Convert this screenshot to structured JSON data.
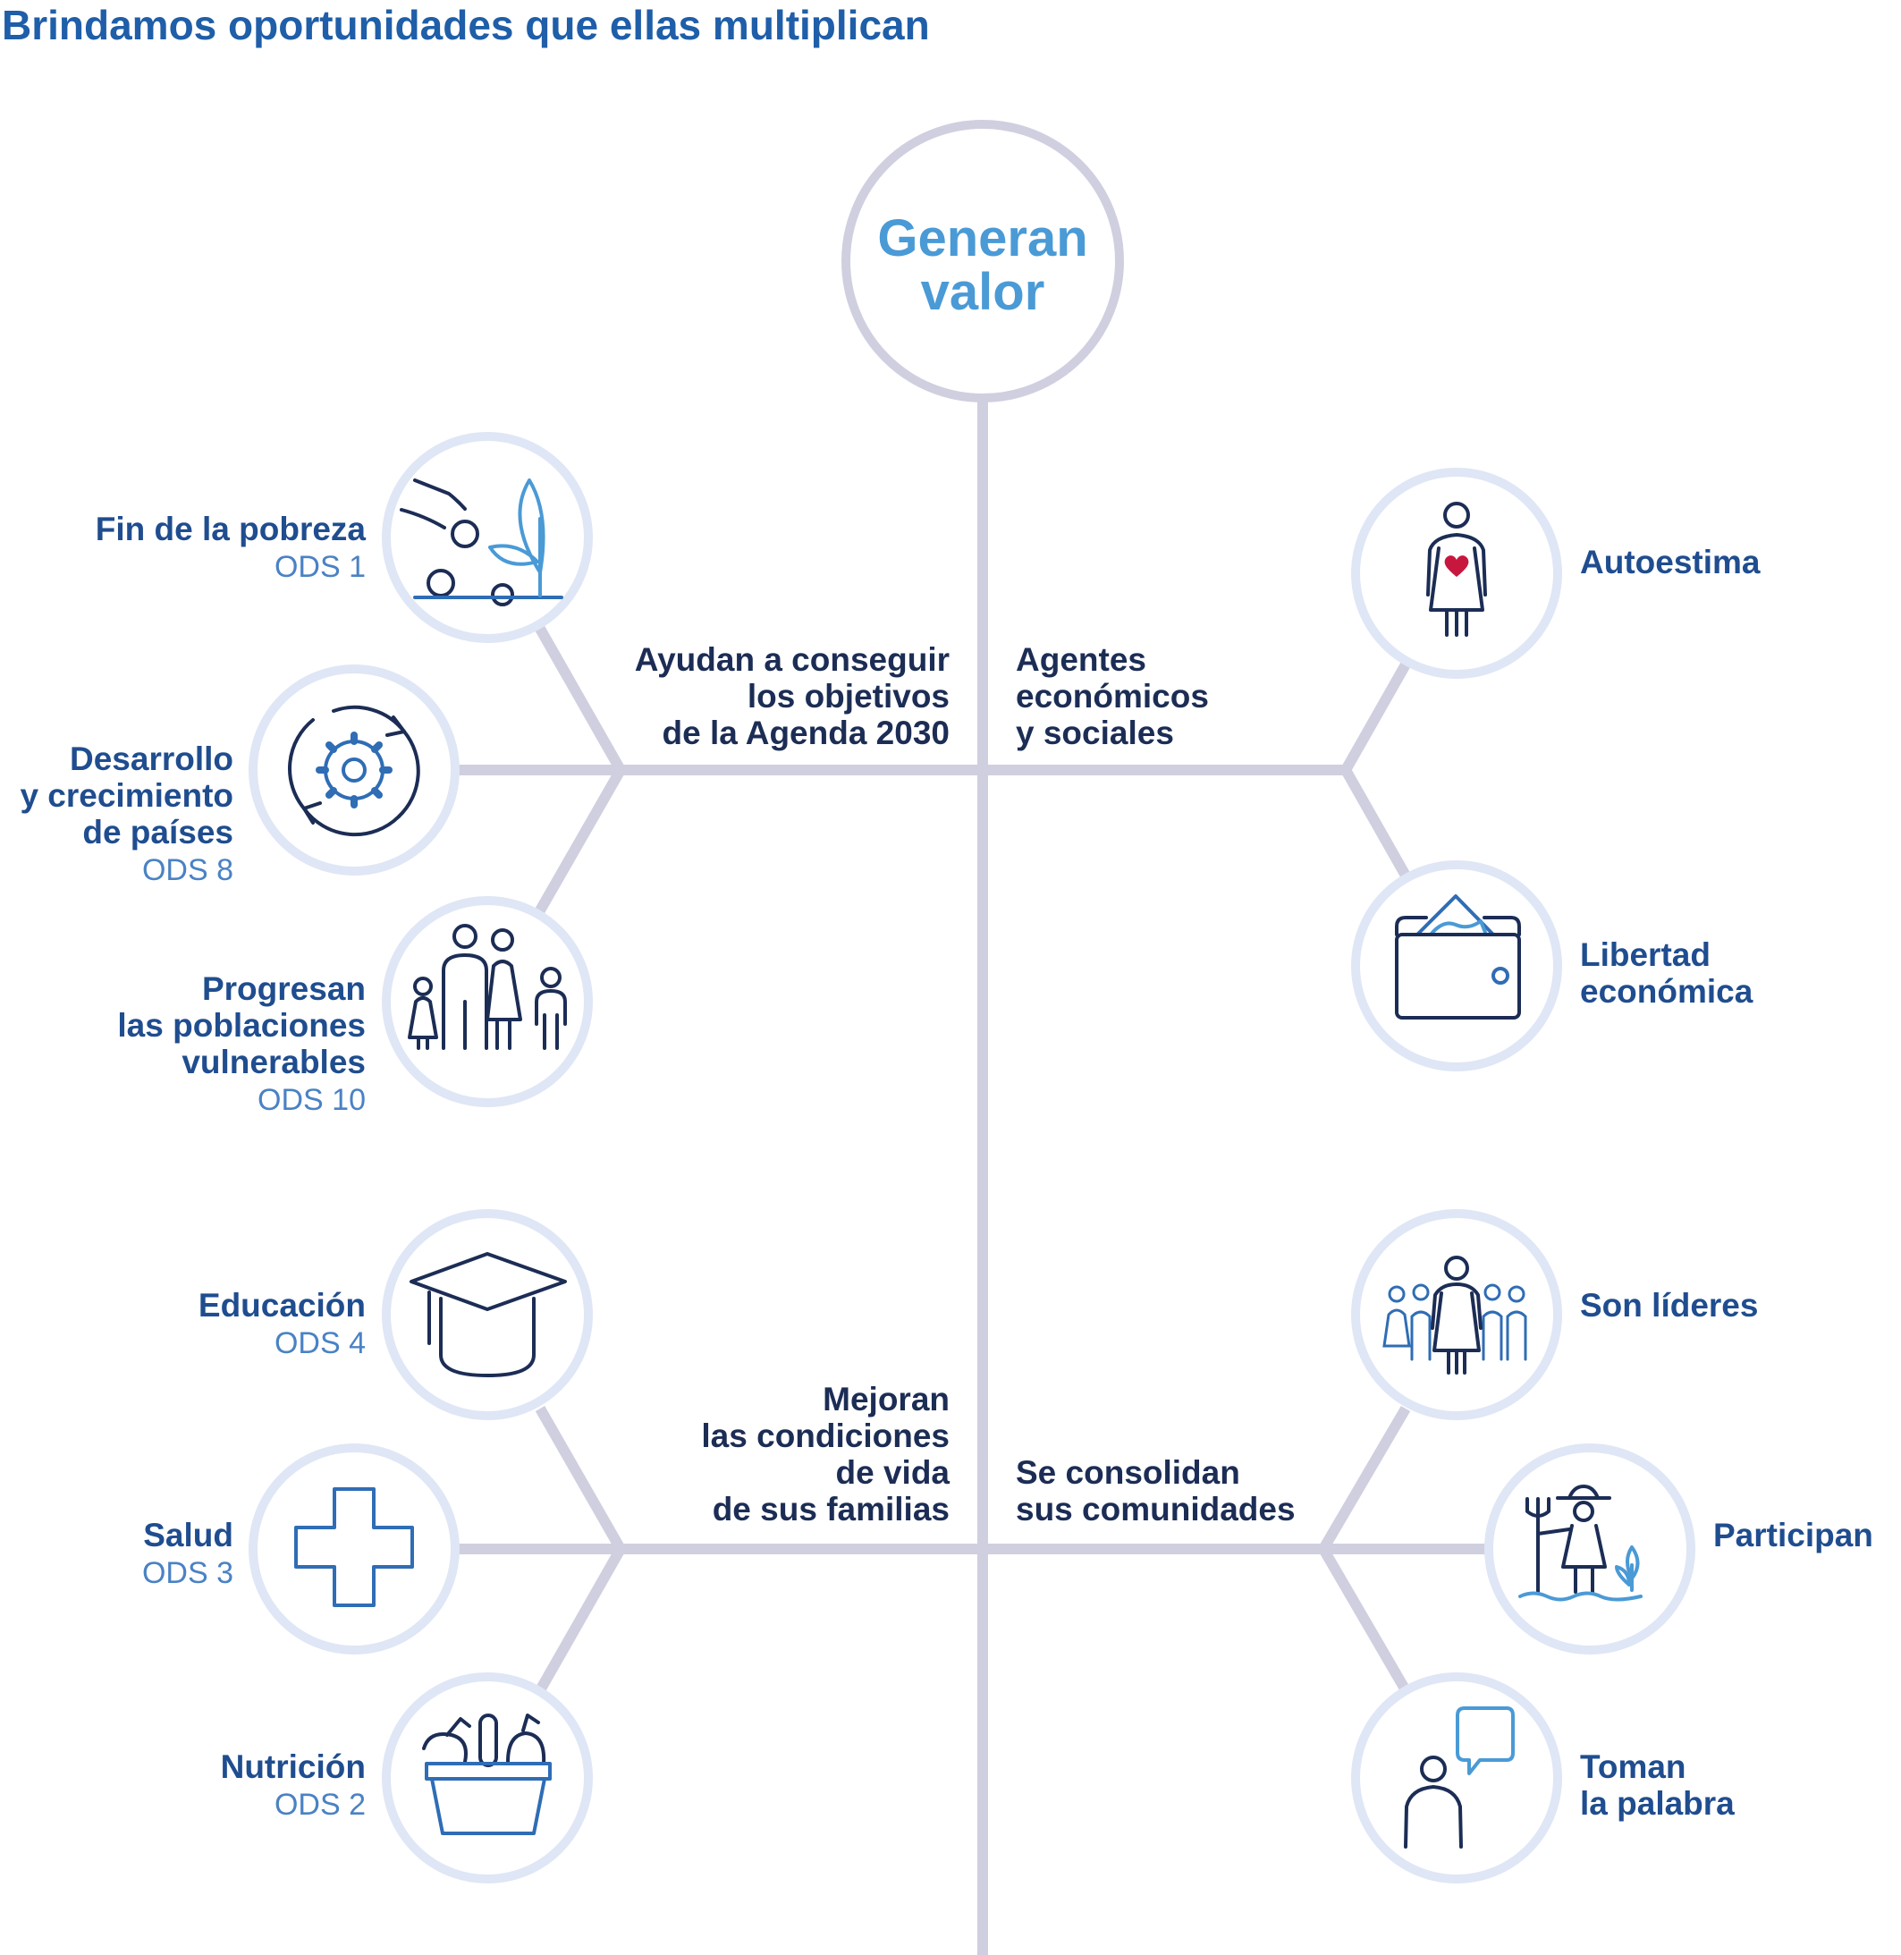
{
  "title": "Brindamos oportunidades que ellas multiplican",
  "hub": {
    "lines": [
      "Generan",
      "valor"
    ]
  },
  "branch_labels": {
    "top_left": [
      "Ayudan a conseguir",
      "los objetivos",
      "de la Agenda 2030"
    ],
    "top_right": [
      "Agentes",
      "económicos",
      "y sociales"
    ],
    "bottom_left": [
      "Mejoran",
      "las condiciones",
      "de vida",
      "de sus familias"
    ],
    "bottom_right": [
      "Se consolidan",
      "sus comunidades"
    ]
  },
  "nodes": {
    "fin_pobreza": {
      "lines": [
        "Fin de la pobreza"
      ],
      "ods": "ODS 1",
      "icon": "coin-plant-icon"
    },
    "desarrollo": {
      "lines": [
        "Desarrollo",
        "y crecimiento",
        "de países"
      ],
      "ods": "ODS 8",
      "icon": "gear-cycle-icon"
    },
    "progresan": {
      "lines": [
        "Progresan",
        "las poblaciones",
        "vulnerables"
      ],
      "ods": "ODS 10",
      "icon": "family-icon"
    },
    "autoestima": {
      "lines": [
        "Autoestima"
      ],
      "icon": "woman-heart-icon"
    },
    "libertad": {
      "lines": [
        "Libertad",
        "económica"
      ],
      "icon": "wallet-icon"
    },
    "educacion": {
      "lines": [
        "Educación"
      ],
      "ods": "ODS 4",
      "icon": "graduation-cap-icon"
    },
    "salud": {
      "lines": [
        "Salud"
      ],
      "ods": "ODS 3",
      "icon": "health-cross-icon"
    },
    "nutricion": {
      "lines": [
        "Nutrición"
      ],
      "ods": "ODS 2",
      "icon": "food-basket-icon"
    },
    "lideres": {
      "lines": [
        "Son líderes"
      ],
      "icon": "leader-group-icon"
    },
    "participan": {
      "lines": [
        "Participan"
      ],
      "icon": "farmer-icon"
    },
    "toman_palabra": {
      "lines": [
        "Toman",
        "la palabra"
      ],
      "icon": "speech-bubble-icon"
    }
  },
  "colors": {
    "title": "#1f5ea8",
    "hub_text": "#4a9ad6",
    "node_label": "#1f4d8f",
    "ods_label": "#4a82c4",
    "branch_text": "#1c2d55",
    "connector": "#cfcfe0",
    "circle_ring": "#dfe6f5",
    "icon_dark": "#1c2d55",
    "icon_blue": "#2f6db5",
    "icon_light": "#4a9ad6",
    "heart": "#c8173f"
  }
}
